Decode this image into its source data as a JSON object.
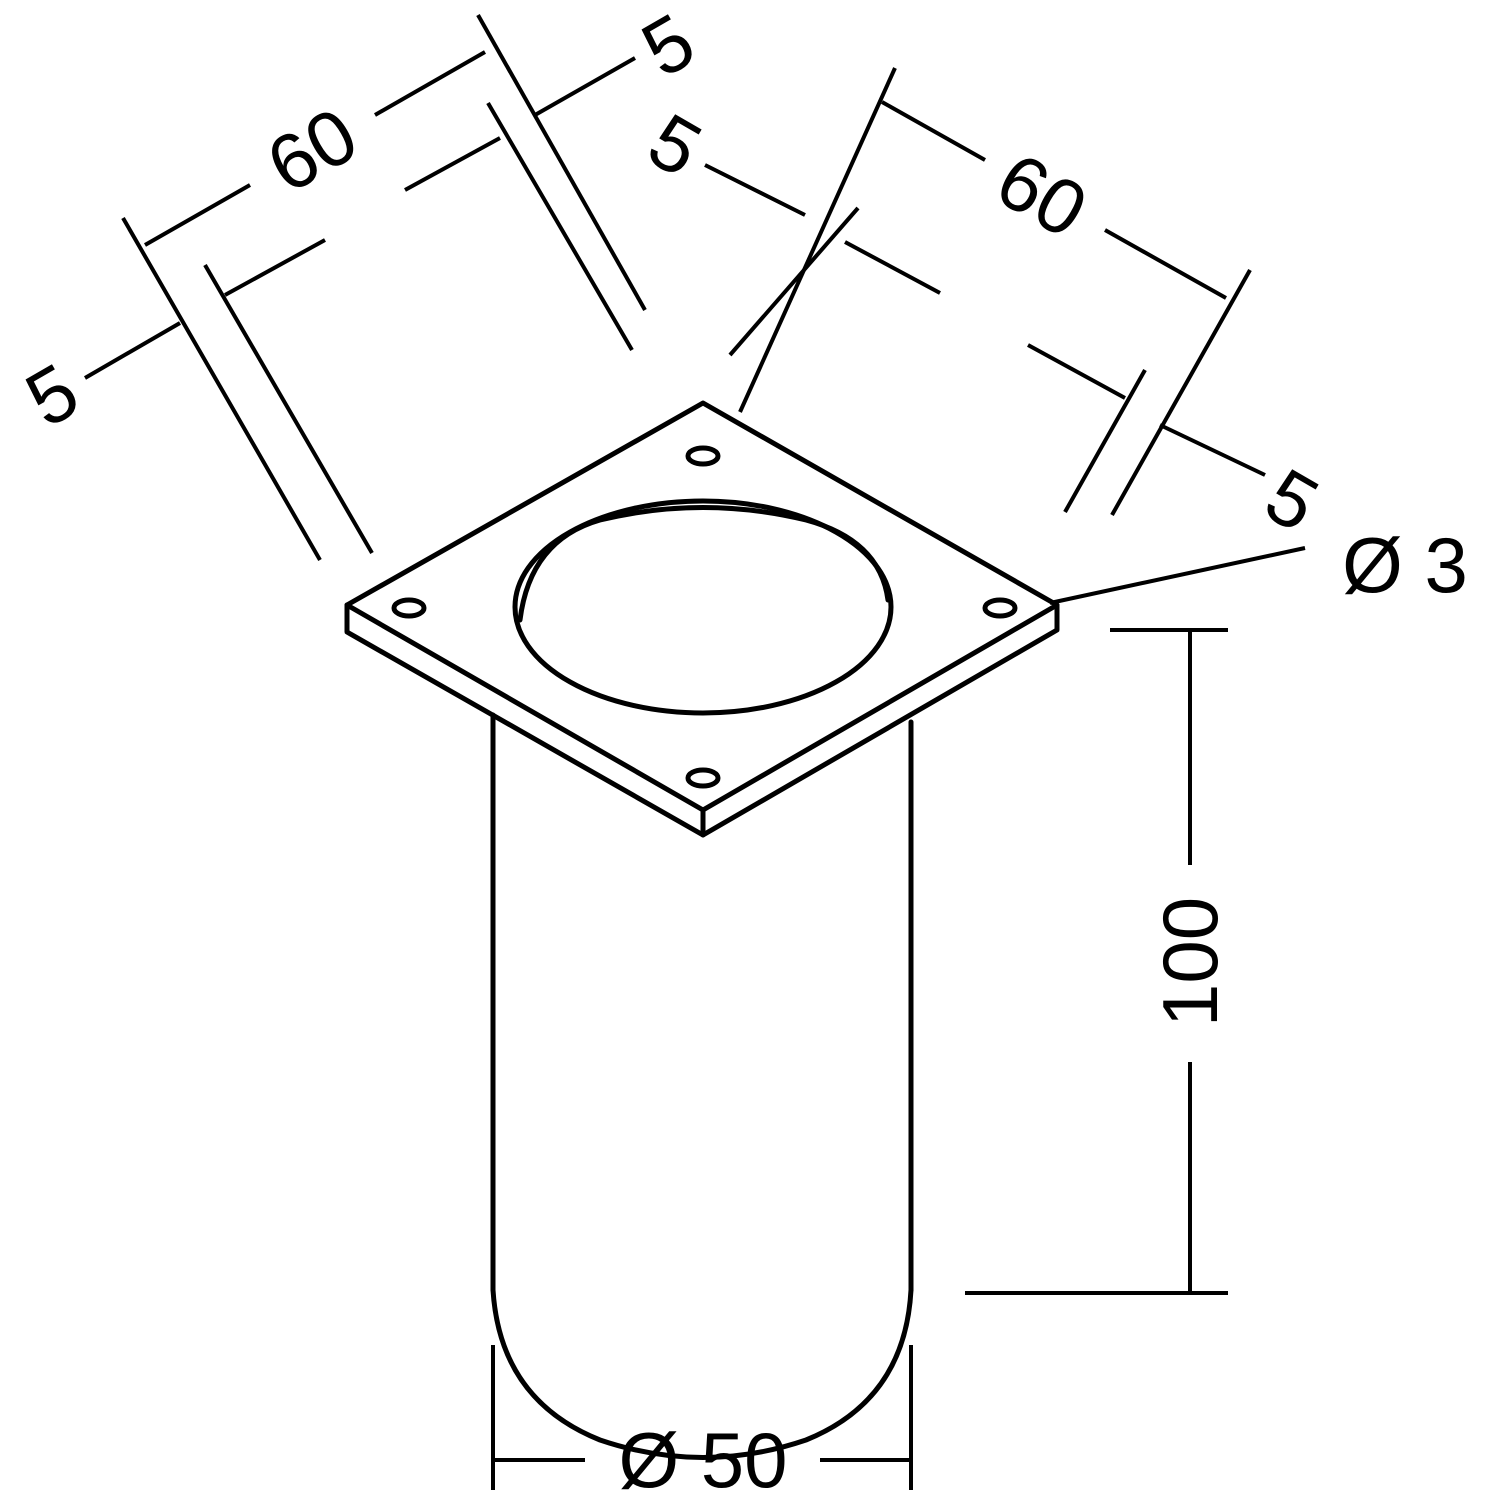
{
  "drawing": {
    "dimensions": {
      "plate_width_left": "60",
      "plate_width_right": "60",
      "hole_offset_left_a": "5",
      "hole_offset_left_b": "5",
      "hole_offset_right_a": "5",
      "hole_offset_right_b": "5",
      "hole_diameter": "Ø 3",
      "tube_height": "100",
      "tube_diameter": "Ø 50"
    },
    "line_color": "#000000",
    "background": "#ffffff"
  }
}
